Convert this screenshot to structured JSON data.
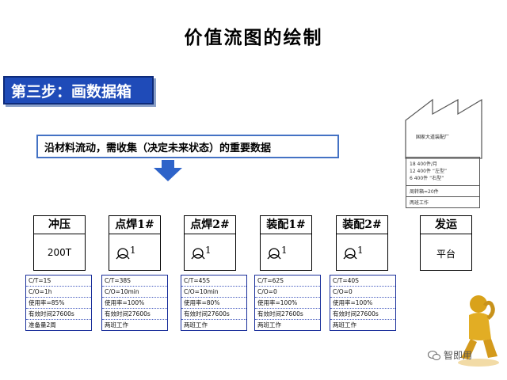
{
  "title": "价值流图的绘制",
  "step_label": "第三步：画数据箱",
  "note": "沿材料流动，需收集（决定未来状态）的重要数据",
  "customer": {
    "name": "国家大道装配厂",
    "demand_lines": [
      "18 400件/月",
      "12 400件 “左型”",
      "6 400件 “右型”"
    ],
    "pallet": "周转箱=20件",
    "shift": "两班工作"
  },
  "processes": [
    {
      "name": "冲压",
      "body_text": "200T",
      "operators": null,
      "data": [
        "C/T=1S",
        "C/O=1h",
        "使用率=85%",
        "有效时间27600s",
        "准备量2周"
      ]
    },
    {
      "name": "点焊1#",
      "body_text": null,
      "operators": "1",
      "data": [
        "C/T=38S",
        "C/O=10min",
        "使用率=100%",
        "有效时间27600s",
        "两班工作"
      ]
    },
    {
      "name": "点焊2#",
      "body_text": null,
      "operators": "1",
      "data": [
        "C/T=45S",
        "C/O=10min",
        "使用率=80%",
        "有效时间27600s",
        "两班工作"
      ]
    },
    {
      "name": "装配1#",
      "body_text": null,
      "operators": "1",
      "data": [
        "C/T=62S",
        "C/O=0",
        "使用率=100%",
        "有效时间27600s",
        "两班工作"
      ]
    },
    {
      "name": "装配2#",
      "body_text": null,
      "operators": "1",
      "data": [
        "C/T=40S",
        "C/O=0",
        "使用率=100%",
        "有效时间27600s",
        "两班工作"
      ]
    },
    {
      "name": "发运",
      "body_text": "平台",
      "operators": null,
      "data": null
    }
  ],
  "watermark": "智即用",
  "colors": {
    "step_bg": "#1f4bb8",
    "note_border": "#4472c4",
    "data_border": "#1a2f9a",
    "arrow": "#2e63c9"
  }
}
